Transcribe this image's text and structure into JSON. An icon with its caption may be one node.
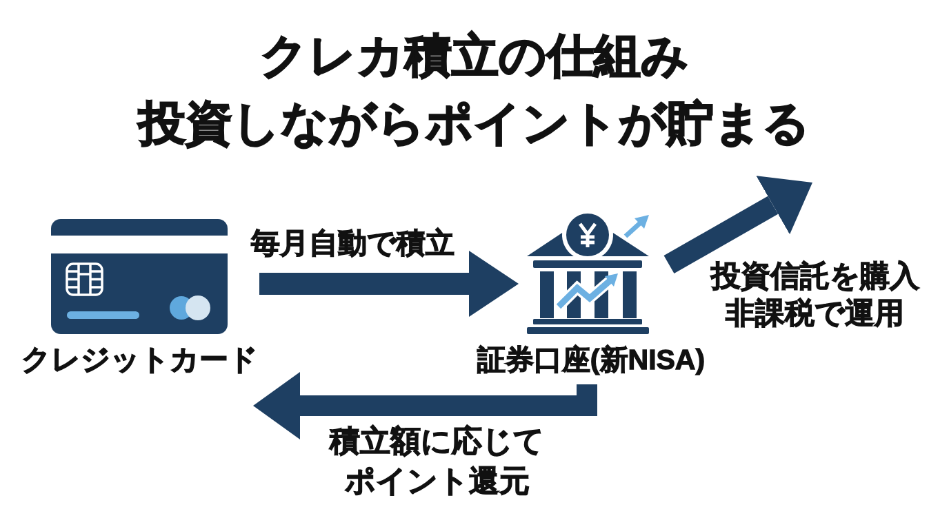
{
  "diagram": {
    "title": "クレカ積立の仕組み",
    "nodes": [
      {
        "text": [
          "クレジットカード"
        ]
      },
      {
        "text": [
          "証券口座(新NISA)"
        ]
      }
    ],
    "edges": [
      {
        "from": 0,
        "to": 1,
        "arrow": "to",
        "label": "毎月自動で積立"
      },
      {
        "from": 1,
        "to": 0,
        "arrow": "to",
        "label": "積立額に応じてポイント還元"
      },
      {
        "from": 1,
        "to": null,
        "arrow": "to",
        "label": "投資信託を購入非課税で運用"
      }
    ],
    "labels": [
      "投資しながらポイントが貯まる"
    ]
  }
}
